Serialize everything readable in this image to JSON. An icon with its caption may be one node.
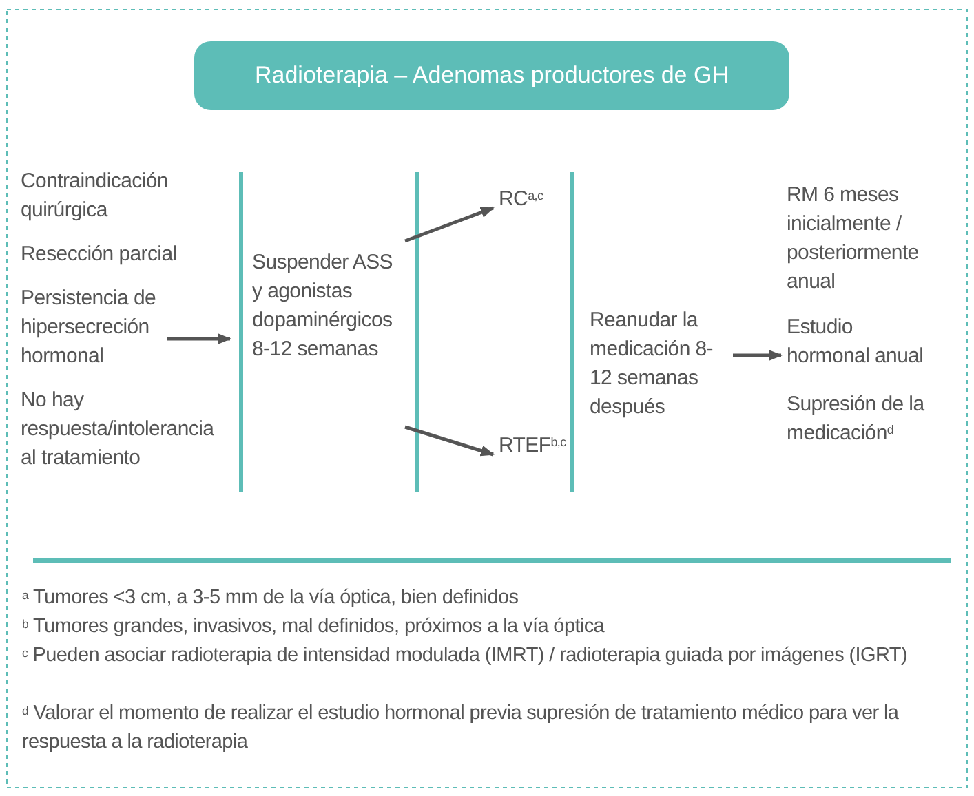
{
  "diagram": {
    "nodes": [
      {
        "text": [
          "Radioterapia – Adenomas productores de GH"
        ]
      },
      {
        "text": [
          "Contraindicación quirúrgica",
          "Resección parcial",
          "Persistencia de hipersecreción hormonal",
          "No hay respuesta/intolerancia al tratamiento"
        ]
      },
      {
        "text": [
          "Suspender ASS y agonistas dopaminérgicos 8-12 semanas"
        ]
      },
      {
        "text": [
          "RC$^{a,c}$"
        ]
      },
      {
        "text": [
          "RTEF$^{b,c}$"
        ]
      },
      {
        "text": [
          "Reanudar la medicación 8-12 semanas después"
        ]
      },
      {
        "text": [
          "RM 6 meses inicialmente / posteriormente anual",
          "Estudio hormonal anual",
          "Supresión de la medicación$^{d}$"
        ]
      }
    ],
    "edges": [
      {
        "from": 1,
        "to": 2,
        "arrow": "to"
      },
      {
        "from": 2,
        "to": 3,
        "arrow": "to"
      },
      {
        "from": 2,
        "to": 4,
        "arrow": "to"
      },
      {
        "from": 5,
        "to": 6,
        "arrow": "to"
      }
    ],
    "labels": [
      "$^{a}$ Tumores <3 cm, a 3-5 mm de la vía óptica, bien definidos",
      "$^{b}$ Tumores grandes, invasivos, mal definidos, próximos a la vía óptica",
      "$^{c}$ Pueden asociar radioterapia de intensidad modulada (IMRT) / radioterapia guiada por imágenes (IGRT)",
      "$^{d}$ Valorar el momento de realizar el estudio hormonal previa supresión de tratamiento médico para ver la respuesta a la radioterapia"
    ]
  }
}
